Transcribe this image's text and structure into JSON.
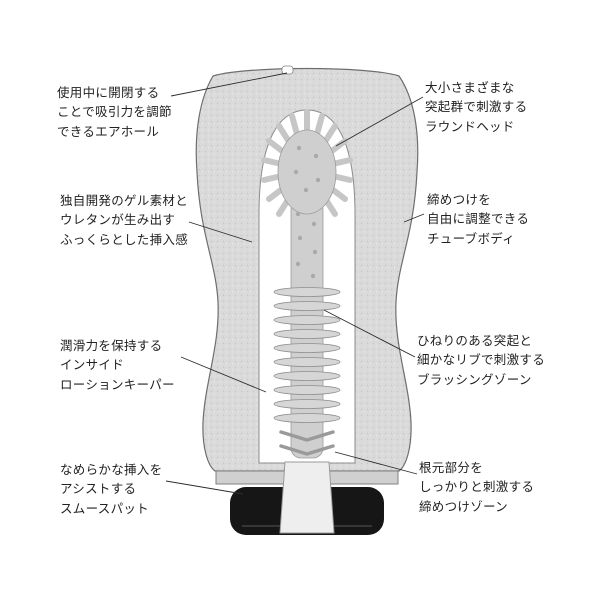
{
  "labels": {
    "air_hole": {
      "line1": "使用中に開閉する",
      "line2": "ことで吸引力を調節",
      "line3": "できるエアホール"
    },
    "round_head": {
      "line1": "大小さまざまな",
      "line2": "突起群で刺激する",
      "line3": "ラウンドヘッド"
    },
    "gel_material": {
      "line1": "独自開発のゲル素材と",
      "line2": "ウレタンが生み出す",
      "line3": "ふっくらとした挿入感"
    },
    "tube_body": {
      "line1": "締めつけを",
      "line2": "自由に調整できる",
      "line3": "チューブボディ"
    },
    "lotion_keeper": {
      "line1": "潤滑力を保持する",
      "line2": "インサイド",
      "line3": "ローションキーパー"
    },
    "brushing_zone": {
      "line1": "ひねりのある突起と",
      "line2": "細かなリブで刺激する",
      "line3": "ブラッシングゾーン"
    },
    "smooth_pad": {
      "line1": "なめらかな挿入を",
      "line2": "アシストする",
      "line3": "スムースパット"
    },
    "tightening_zone": {
      "line1": "根元部分を",
      "line2": "しっかりと刺激する",
      "line3": "締めつけゾーン"
    }
  },
  "colors": {
    "body_fill": "#dadada",
    "body_edge": "#6e6e6e",
    "cavity_fill": "#ffffff",
    "cavity_edge": "#8d8d8d",
    "insert_fill": "#cfcfcf",
    "insert_edge": "#9a9a9a",
    "insert_detail": "#a9a9a9",
    "rib_fill": "#d6d6d6",
    "rib_edge": "#8f8f8f",
    "spike": "#c6c6c6",
    "rim_fill": "#d0d0d0",
    "base_dark": "#161616",
    "slot_fill": "#eeeeee",
    "leader_line": "#2e2e2e",
    "label_text": "#222222"
  }
}
